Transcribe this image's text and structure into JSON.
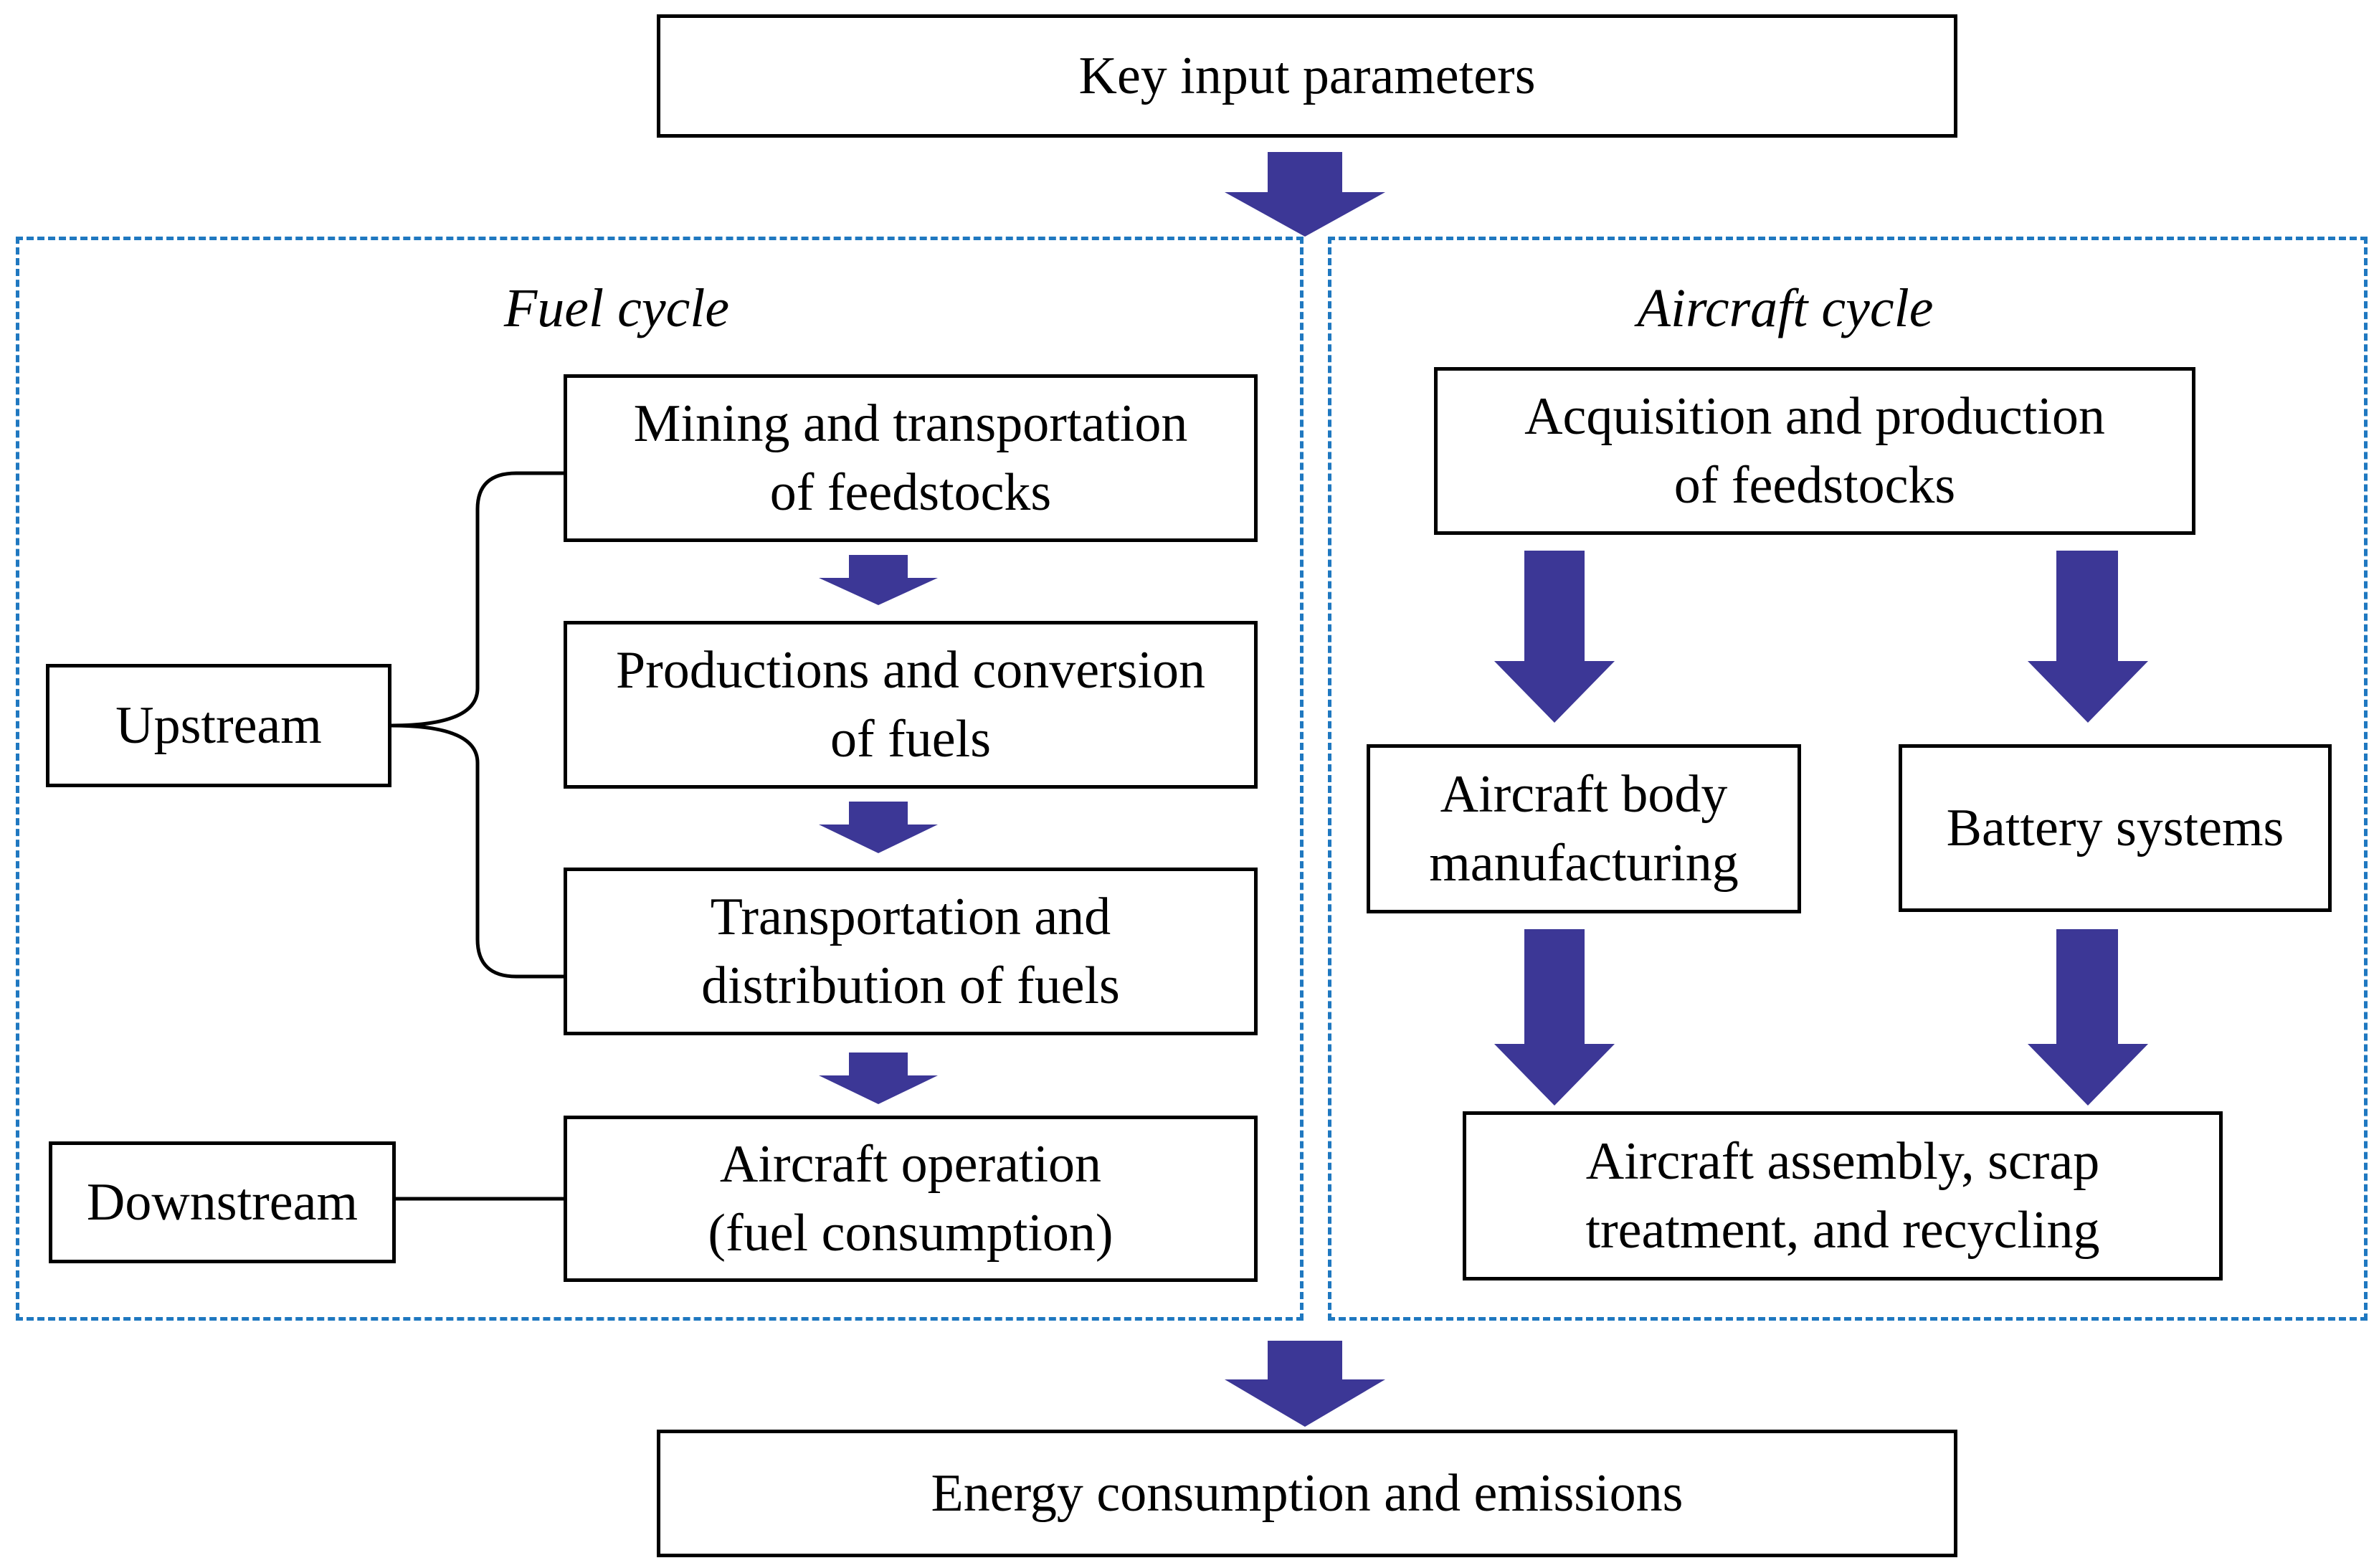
{
  "top": {
    "label": "Key input parameters"
  },
  "bottom": {
    "label": "Energy consumption and emissions"
  },
  "fuel_cycle": {
    "title": "Fuel cycle",
    "steps": [
      {
        "line1": "Mining and transportation",
        "line2": "of feedstocks"
      },
      {
        "line1": "Productions and conversion",
        "line2": "of fuels"
      },
      {
        "line1": "Transportation and",
        "line2": "distribution of fuels"
      },
      {
        "line1": "Aircraft operation",
        "line2": "(fuel consumption)"
      }
    ],
    "upstream_label": "Upstream",
    "downstream_label": "Downstream"
  },
  "aircraft_cycle": {
    "title": "Aircraft cycle",
    "acquisition": {
      "line1": "Acquisition and production",
      "line2": "of feedstocks"
    },
    "body": {
      "line1": "Aircraft body",
      "line2": "manufacturing"
    },
    "battery": {
      "label": "Battery systems"
    },
    "assembly": {
      "line1": "Aircraft assembly, scrap",
      "line2": "treatment, and recycling"
    }
  },
  "colors": {
    "arrow": "#3c3796",
    "dashed_border": "#1f78c0",
    "box_border": "#000000"
  }
}
